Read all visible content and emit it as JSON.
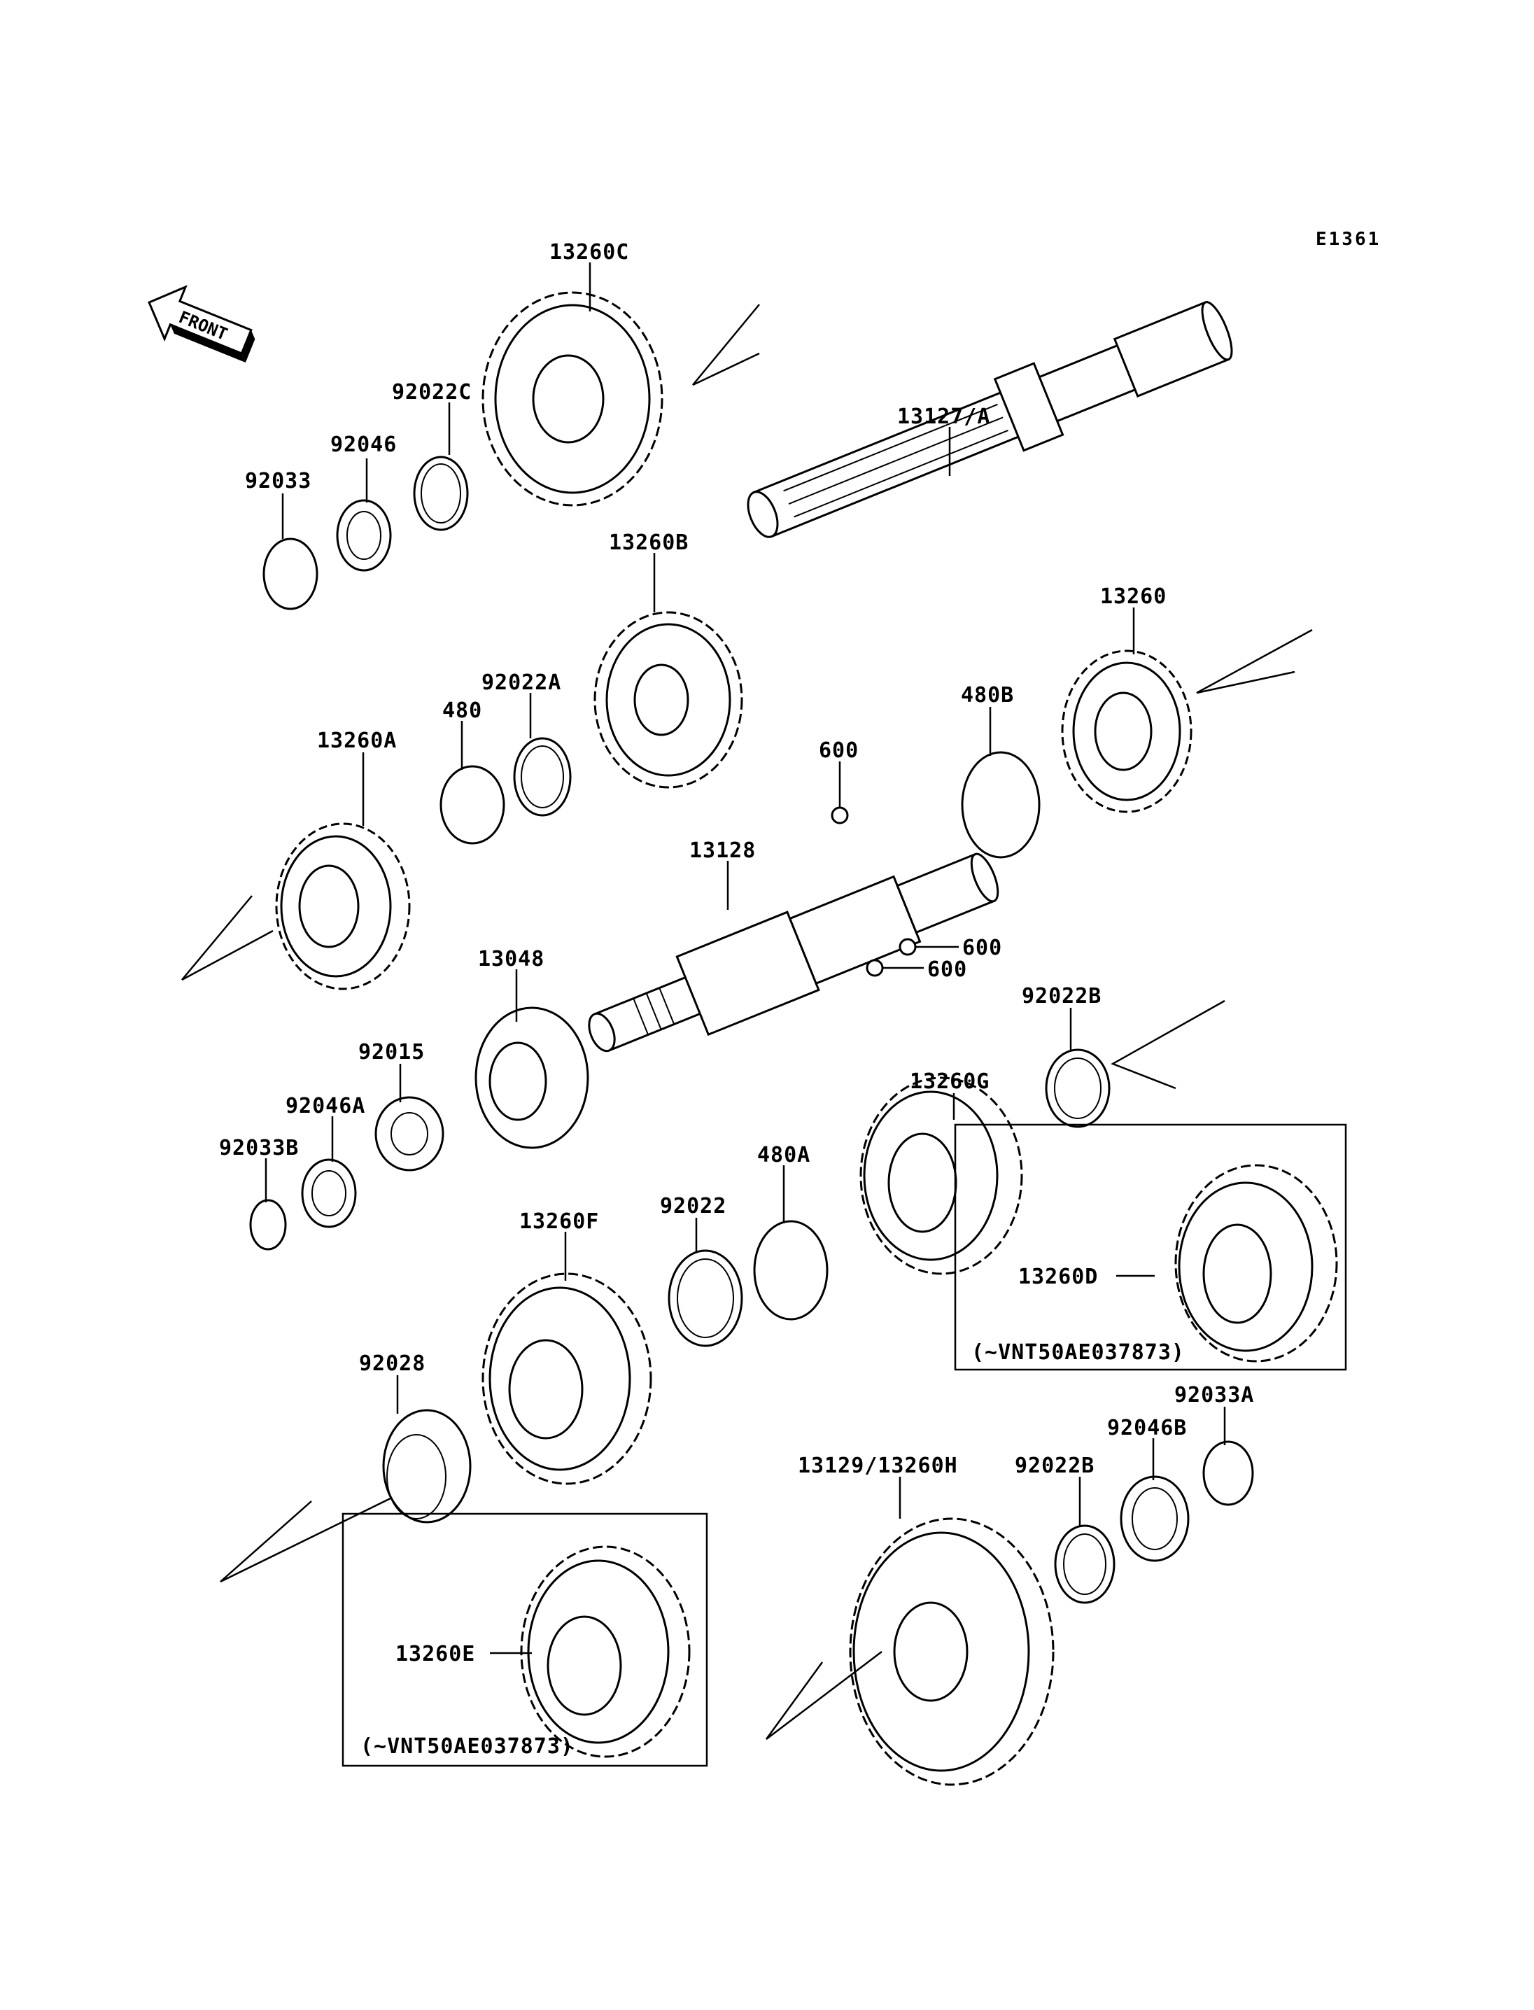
{
  "diagram_id": "E1361",
  "front_arrow": {
    "label": "FRONT",
    "icon": "front-arrow-icon"
  },
  "labels": {
    "p13260C": "13260C",
    "p92022C": "92022C",
    "p92046": "92046",
    "p92033": "92033",
    "p13127A": "13127/A",
    "p13260B": "13260B",
    "p13260": "13260",
    "p92022A": "92022A",
    "p480": "480",
    "p13260A": "13260A",
    "p480B": "480B",
    "p600a": "600",
    "p13128": "13128",
    "p600b": "600",
    "p600c": "600",
    "p13048": "13048",
    "p92015": "92015",
    "p92046A": "92046A",
    "p92033B": "92033B",
    "p92022B_top": "92022B",
    "p13260G": "13260G",
    "p480A": "480A",
    "p92022": "92022",
    "p13260F": "13260F",
    "p13260D": "13260D",
    "p92028": "92028",
    "p92033A": "92033A",
    "p92046B": "92046B",
    "p13129_13260H": "13129/13260H",
    "p92022B_bottom": "92022B",
    "p13260E": "13260E"
  },
  "notes": {
    "box1": "(~VNT50AE037873)",
    "box2": "(~VNT50AE037873)"
  }
}
